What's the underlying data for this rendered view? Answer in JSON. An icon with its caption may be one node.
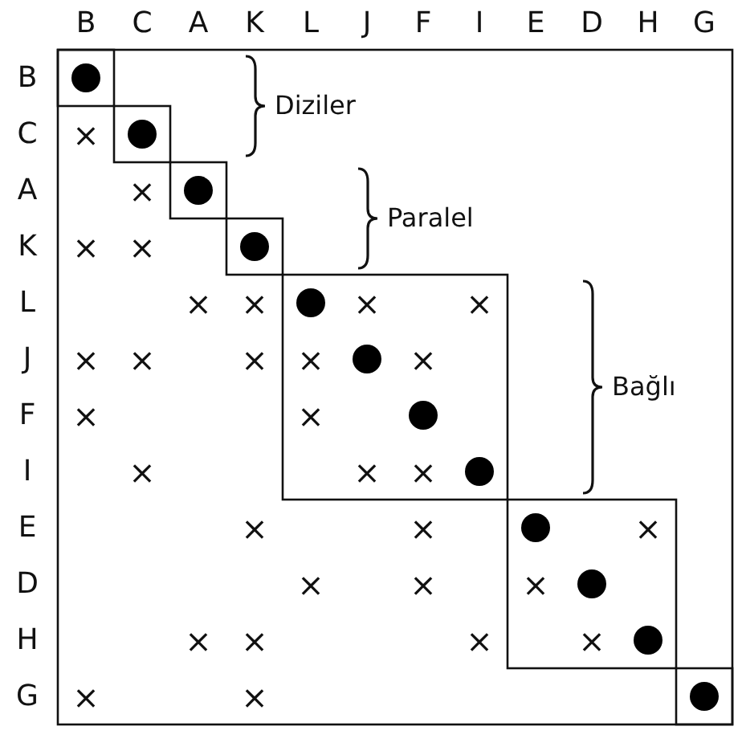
{
  "diagram": {
    "labels": [
      "B",
      "C",
      "A",
      "K",
      "L",
      "J",
      "F",
      "I",
      "E",
      "D",
      "H",
      "G",
      "B",
      "Diziler",
      "C",
      "×",
      "A",
      "×",
      "Paralel",
      "K",
      "×",
      "×",
      "L",
      "×",
      "×",
      "×",
      "×",
      "J",
      "×",
      "×",
      "×",
      "×",
      "×",
      "Bağlı",
      "F",
      "×",
      "×",
      "I",
      "×",
      "×",
      "×",
      "E",
      "×",
      "×",
      "×",
      "D",
      "×",
      "×",
      "×",
      "H",
      "×",
      "×",
      "×",
      "×",
      "G",
      "×",
      "×"
    ]
  }
}
